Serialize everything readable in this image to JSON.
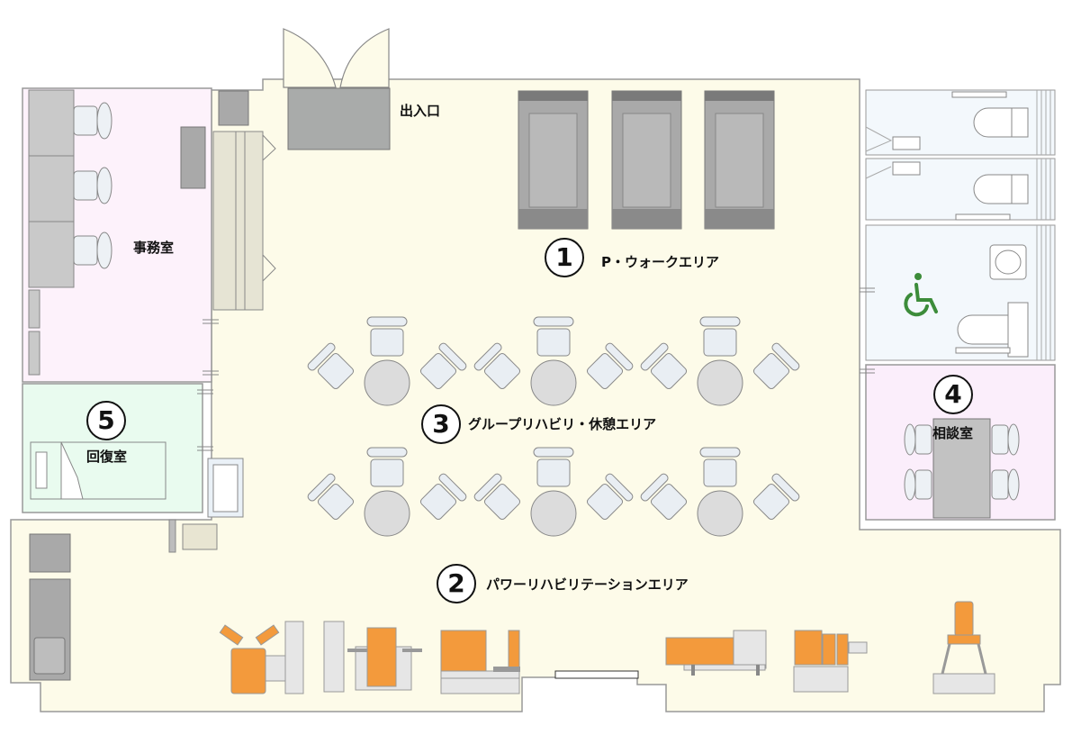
{
  "rooms": {
    "entrance": "出入口",
    "office": "事務室",
    "recovery": "回復室",
    "consult": "相談室"
  },
  "areas": [
    {
      "no": "1",
      "label": "P・ウォークエリア"
    },
    {
      "no": "2",
      "label": "パワーリハビリテーションエリア"
    },
    {
      "no": "3",
      "label": "グループリハビリ・休憩エリア"
    },
    {
      "no": "4"
    },
    {
      "no": "5"
    }
  ],
  "icons": {
    "accessible_toilet": "wheelchair-icon"
  },
  "colors": {
    "floor": "#fdfbe9",
    "office": "#fdf2fb",
    "recovery": "#e9fbef",
    "toilet": "#f3f8fc",
    "consult": "#fbeefb",
    "machine_orange": "#f39a3c",
    "machine_gray": "#bdbdbd",
    "chair": "#e9eef3",
    "wheelchair_green": "#3c8c3a"
  }
}
